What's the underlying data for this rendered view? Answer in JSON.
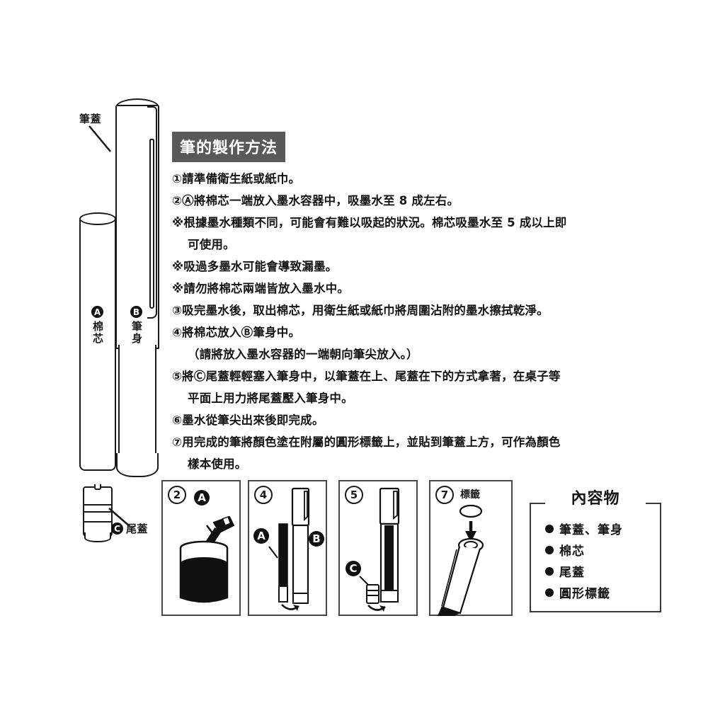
{
  "document": {
    "language": "zh-Hant",
    "background_color": "#ffffff",
    "ink_color": "#1a1a1a"
  },
  "diagram": {
    "cap_label": "筆蓋",
    "core_marker": "A",
    "core_label": "棉芯",
    "body_marker": "B",
    "body_label": "筆身",
    "tail_marker": "C",
    "tail_label": "尾蓋"
  },
  "instructions": {
    "heading": "筆的製作方法",
    "heading_bg": "#595959",
    "heading_fg": "#ffffff",
    "steps": [
      {
        "text": "①請準備衛生紙或紙巾。",
        "indent": false
      },
      {
        "text": "②Ⓐ將棉芯一端放入墨水容器中，吸墨水至 8 成左右。",
        "indent": false
      },
      {
        "text": "※根據墨水種類不同，可能會有難以吸起的狀況。棉芯吸墨水至 5 成以上即",
        "indent": false
      },
      {
        "text": "可使用。",
        "indent": true
      },
      {
        "text": "※吸過多墨水可能會導致漏墨。",
        "indent": false
      },
      {
        "text": "※請勿將棉芯兩端皆放入墨水中。",
        "indent": false
      },
      {
        "text": "③吸完墨水後，取出棉芯，用衛生紙或紙巾將周圍沾附的墨水擦拭乾淨。",
        "indent": false
      },
      {
        "text": "④將棉芯放入Ⓑ筆身中。",
        "indent": false
      },
      {
        "text": "（請將放入墨水容器的一端朝向筆尖放入。）",
        "indent": true
      },
      {
        "text": "⑤將Ⓒ尾蓋輕輕塞入筆身中，以筆蓋在上、尾蓋在下的方式拿著，在桌子等",
        "indent": false
      },
      {
        "text": "平面上用力將尾蓋壓入筆身中。",
        "indent": true
      },
      {
        "text": "⑥墨水從筆尖出來後即完成。",
        "indent": false
      },
      {
        "text": "⑦用完成的筆將顏色塗在附屬的圓形標籤上，並貼到筆蓋上方，可作為顏色",
        "indent": false
      },
      {
        "text": "樣本使用。",
        "indent": true
      }
    ]
  },
  "panels": [
    {
      "number": "2",
      "markers": [
        "A"
      ],
      "caption": "",
      "scene": "dip-core-in-ink-jar"
    },
    {
      "number": "4",
      "markers": [
        "A",
        "B"
      ],
      "caption": "",
      "scene": "insert-core-into-body"
    },
    {
      "number": "5",
      "markers": [
        "C"
      ],
      "caption": "",
      "scene": "press-tail-cap-into-body"
    },
    {
      "number": "7",
      "markers": [],
      "caption": "標籤",
      "scene": "stick-label-on-cap-top"
    }
  ],
  "contents": {
    "title": "內容物",
    "items": [
      "筆蓋、筆身",
      "棉芯",
      "尾蓋",
      "圓形標籤"
    ]
  }
}
